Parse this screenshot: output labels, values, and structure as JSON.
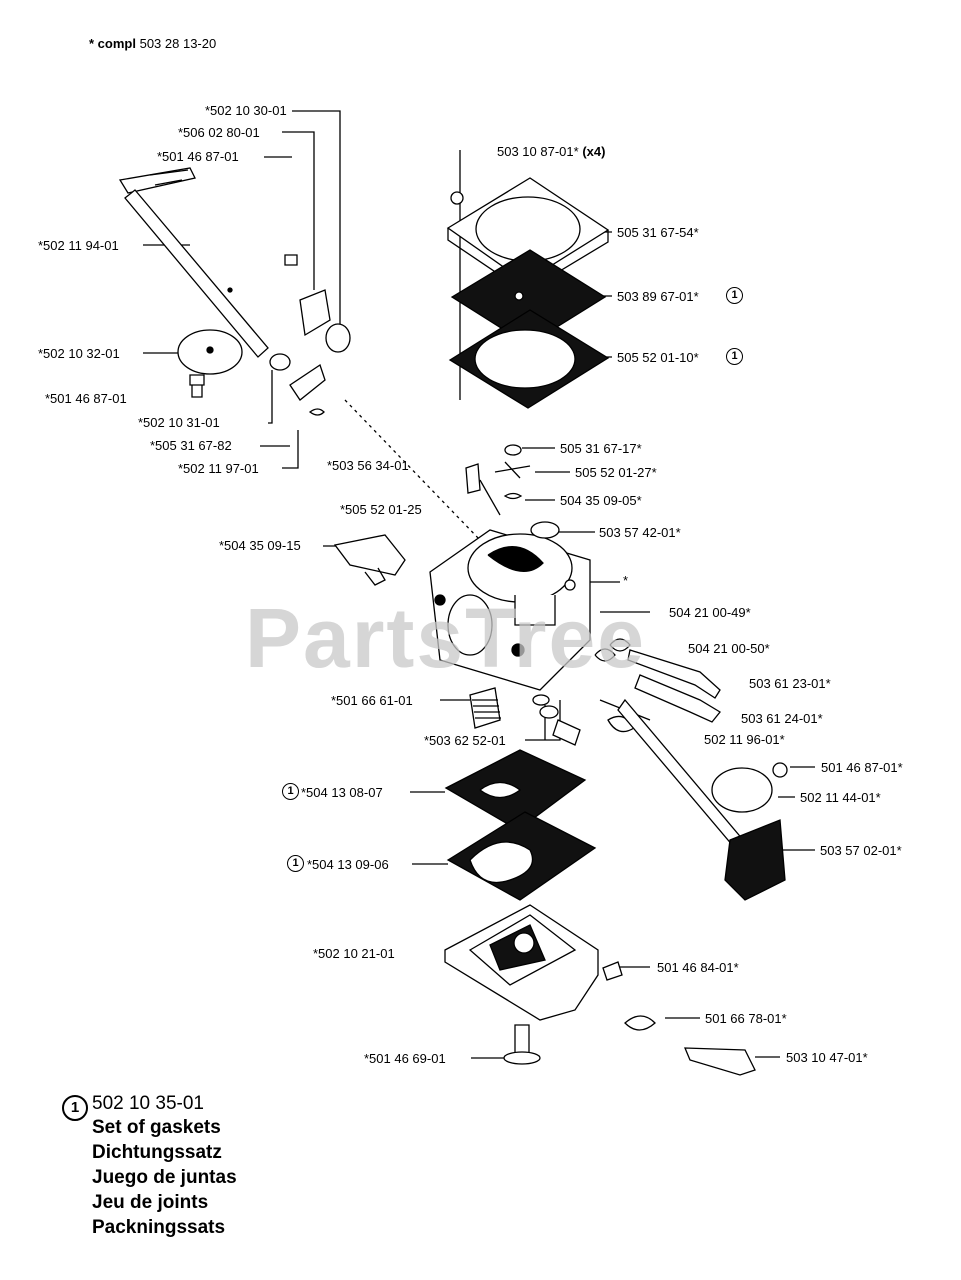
{
  "header": {
    "prefix": "* compl",
    "part": "503 28 13-20"
  },
  "watermark": "PartsTree",
  "callout_symbol": "1",
  "labels": {
    "l01": "*502 10 30-01",
    "l02": "*506 02 80-01",
    "l03": "*501 46 87-01",
    "l04": "*502 11 94-01",
    "l05": "*502 10 32-01",
    "l06": "*501 46 87-01",
    "l07": "*502 10 31-01",
    "l08": "*505 31 67-82",
    "l09": "*502 11 97-01",
    "l10": "503 10 87-01*",
    "l10b": "(x4)",
    "l11": "505 31 67-54*",
    "l12": "503 89 67-01*",
    "l13": "505 52 01-10*",
    "l14": "*503 56 34-01",
    "l15": "505 31 67-17*",
    "l16": "505 52 01-27*",
    "l17": "504 35 09-05*",
    "l18": "*505 52 01-25",
    "l19": "503 57 42-01*",
    "l20": "*504 35 09-15",
    "l21": "*",
    "l22": "504 21 00-49*",
    "l23": "504 21 00-50*",
    "l24": "503 61 23-01*",
    "l25": "*501 66 61-01",
    "l26": "503 61 24-01*",
    "l27": "502 11 96-01*",
    "l28": "*503 62 52-01",
    "l29": "*504 13 08-07",
    "l30": "501 46 87-01*",
    "l31": "502 11 44-01*",
    "l32": "*504 13 09-06",
    "l33": "503 57 02-01*",
    "l34": "*502 10 21-01",
    "l35": "501 46 84-01*",
    "l36": "501 66 78-01*",
    "l37": "*501 46 69-01",
    "l38": "503 10 47-01*"
  },
  "legend": {
    "symbol": "1",
    "part": "502 10 35-01",
    "lines": [
      "Set of gaskets",
      "Dichtungssatz",
      "Juego de juntas",
      "Jeu de joints",
      "Packningssats"
    ]
  }
}
